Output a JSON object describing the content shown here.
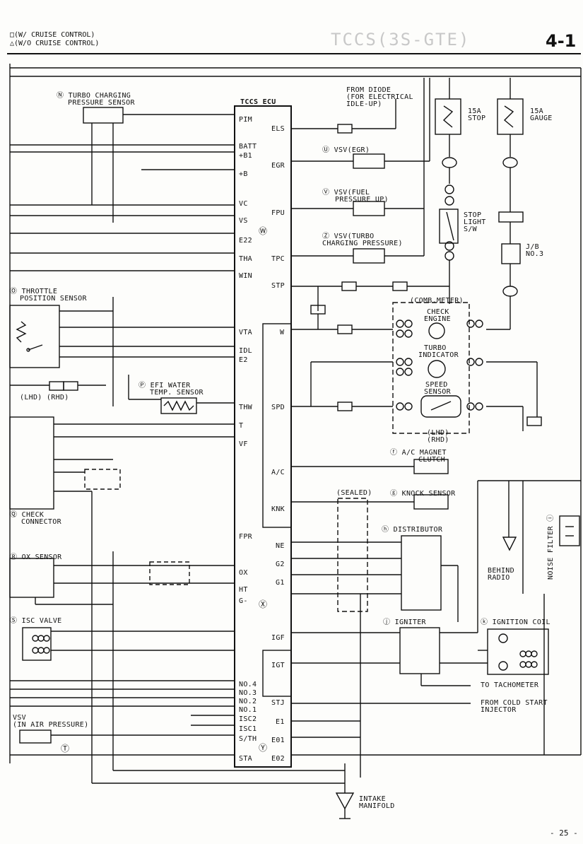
{
  "legend": {
    "with_cruise": "□(W/ CRUISE CONTROL)",
    "without_cruise": "△(W/O CRUISE CONTROL)"
  },
  "header": {
    "ghost_title": "TCCS(3S-GTE)",
    "section_number": "4-1"
  },
  "ecu": {
    "title": "TCCS ECU",
    "mark": "Ⓦ",
    "left_terminals": [
      "PIM",
      "BATT",
      "+B1",
      "+B",
      "VC",
      "VS",
      "E22",
      "THA",
      "WIN",
      "VTA",
      "IDL",
      "E2",
      "THW",
      "T",
      "VF",
      "FPR",
      "OX",
      "HT",
      "G-",
      "NO.4",
      "NO.3",
      "NO.2",
      "NO.1",
      "ISC2",
      "ISC1",
      "S/TH",
      "STA"
    ],
    "right_terminals": [
      "ELS",
      "EGR",
      "FPU",
      "TPC",
      "STP",
      "W",
      "SPD",
      "A/C",
      "KNK",
      "NE",
      "G2",
      "G1",
      "IGF",
      "IGT",
      "STJ",
      "E1",
      "E01",
      "E02"
    ]
  },
  "components": {
    "turbo_sensor": "Ⓝ TURBO CHARGING",
    "turbo_sensor2": "PRESSURE SENSOR",
    "throttle": "Ⓞ THROTTLE",
    "throttle2": "POSITION SENSOR",
    "efi_water": "Ⓟ EFI WATER",
    "efi_water2": "TEMP. SENSOR",
    "check_conn": "Ⓠ CHECK",
    "check_conn2": "CONNECTOR",
    "ox_sensor": "Ⓡ OX SENSOR",
    "isc_valve": "Ⓢ ISC VALVE",
    "vsv_air": "VSV",
    "vsv_air2": "(IN AIR PRESSURE)",
    "vsv_egr": "Ⓤ VSV(EGR)",
    "vsv_fuel": "Ⓥ VSV(FUEL",
    "vsv_fuel2": "PRESSURE UP)",
    "vsv_turbo": "Ⓩ VSV(TURBO",
    "vsv_turbo2": "CHARGING PRESSURE)",
    "from_diode": "FROM DIODE",
    "from_diode2": "(FOR ELECTRICAL",
    "from_diode3": "IDLE-UP)",
    "fuse_stop": "15A",
    "fuse_stop2": "STOP",
    "fuse_gauge": "15A",
    "fuse_gauge2": "GAUGE",
    "stop_light": "STOP",
    "stop_light2": "LIGHT",
    "stop_light3": "S/W",
    "jb": "J/B",
    "jb2": "NO.3",
    "comb_meter": "(COMB.METER)",
    "check_engine": "CHECK",
    "check_engine2": "ENGINE",
    "turbo_ind": "TURBO",
    "turbo_ind2": "INDICATOR",
    "speed_sensor": "SPEED",
    "speed_sensor2": "SENSOR",
    "lhd_rhd": "(LHD)",
    "lhd_rhd2": "(RHD)",
    "ac_magnet": "ⓕ A/C MAGNET",
    "ac_magnet2": "CLUTCH",
    "sealed": "(SEALED)",
    "knock": "ⓖ KNOCK SENSOR",
    "distributor": "ⓗ DISTRIBUTOR",
    "igniter": "ⓙ IGNITER",
    "ign_coil": "ⓚ IGNITION COIL",
    "noise_filter": "NOISE FILTER ⓘ",
    "behind_radio": "BEHIND",
    "behind_radio2": "RADIO",
    "to_tacho": "TO TACHOMETER",
    "from_cold": "FROM COLD START",
    "from_cold2": "INJECTOR",
    "intake": "INTAKE",
    "intake2": "MANIFOLD",
    "lhd_rhd_k": "(LHD) (RHD)",
    "x_mark": "Ⓧ",
    "y_mark": "Ⓨ",
    "t_mark": "Ⓣ"
  },
  "page_number": "- 25 -"
}
